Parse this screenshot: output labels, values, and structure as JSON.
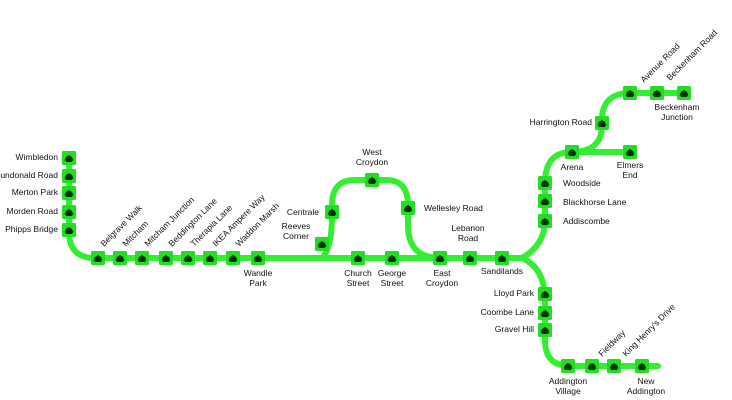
{
  "line_color": "#33ee33",
  "stop_color": "#22dd22",
  "stops": [
    {
      "id": "wimbledon",
      "label": "Wimbledon"
    },
    {
      "id": "dundonald-road",
      "label": "Dundonald Road"
    },
    {
      "id": "merton-park",
      "label": "Merton Park"
    },
    {
      "id": "morden-road",
      "label": "Morden Road"
    },
    {
      "id": "phipps-bridge",
      "label": "Phipps Bridge"
    },
    {
      "id": "belgrave-walk",
      "label": "Belgrave Walk"
    },
    {
      "id": "mitcham",
      "label": "Mitcham"
    },
    {
      "id": "mitcham-junction",
      "label": "Mitcham Junction"
    },
    {
      "id": "beddington-lane",
      "label": "Beddington Lane"
    },
    {
      "id": "therapia-lane",
      "label": "Therapia Lane"
    },
    {
      "id": "ikea-ampere-way",
      "label": "IKEA Ampere Way"
    },
    {
      "id": "waddon-marsh",
      "label": "Waddon Marsh"
    },
    {
      "id": "wandle-park",
      "label": "Wandle Park"
    },
    {
      "id": "reeves-corner",
      "label": "Reeves Corner"
    },
    {
      "id": "centrale",
      "label": "Centrale"
    },
    {
      "id": "west-croydon",
      "label": "West Croydon"
    },
    {
      "id": "wellesley-road",
      "label": "Wellesley Road"
    },
    {
      "id": "church-street",
      "label": "Church Street"
    },
    {
      "id": "george-street",
      "label": "George Street"
    },
    {
      "id": "east-croydon",
      "label": "East Croydon"
    },
    {
      "id": "lebanon-road",
      "label": "Lebanon Road"
    },
    {
      "id": "sandilands",
      "label": "Sandilands"
    },
    {
      "id": "addiscombe",
      "label": "Addiscombe"
    },
    {
      "id": "blackhorse-lane",
      "label": "Blackhorse Lane"
    },
    {
      "id": "woodside",
      "label": "Woodside"
    },
    {
      "id": "arena",
      "label": "Arena"
    },
    {
      "id": "elmers-end",
      "label": "Elmers End"
    },
    {
      "id": "harrington-road",
      "label": "Harrington Road"
    },
    {
      "id": "avenue-road",
      "label": "Avenue Road"
    },
    {
      "id": "beckenham-road",
      "label": "Beckenham Road"
    },
    {
      "id": "beckenham-junction",
      "label": "Beckenham Junction"
    },
    {
      "id": "lloyd-park",
      "label": "Lloyd Park"
    },
    {
      "id": "coombe-lane",
      "label": "Coombe Lane"
    },
    {
      "id": "gravel-hill",
      "label": "Gravel Hill"
    },
    {
      "id": "addington-village",
      "label": "Addington Village"
    },
    {
      "id": "fieldway",
      "label": "Fieldway"
    },
    {
      "id": "king-henrys-drive",
      "label": "King Henry's Drive"
    },
    {
      "id": "new-addington",
      "label": "New Addington"
    }
  ]
}
